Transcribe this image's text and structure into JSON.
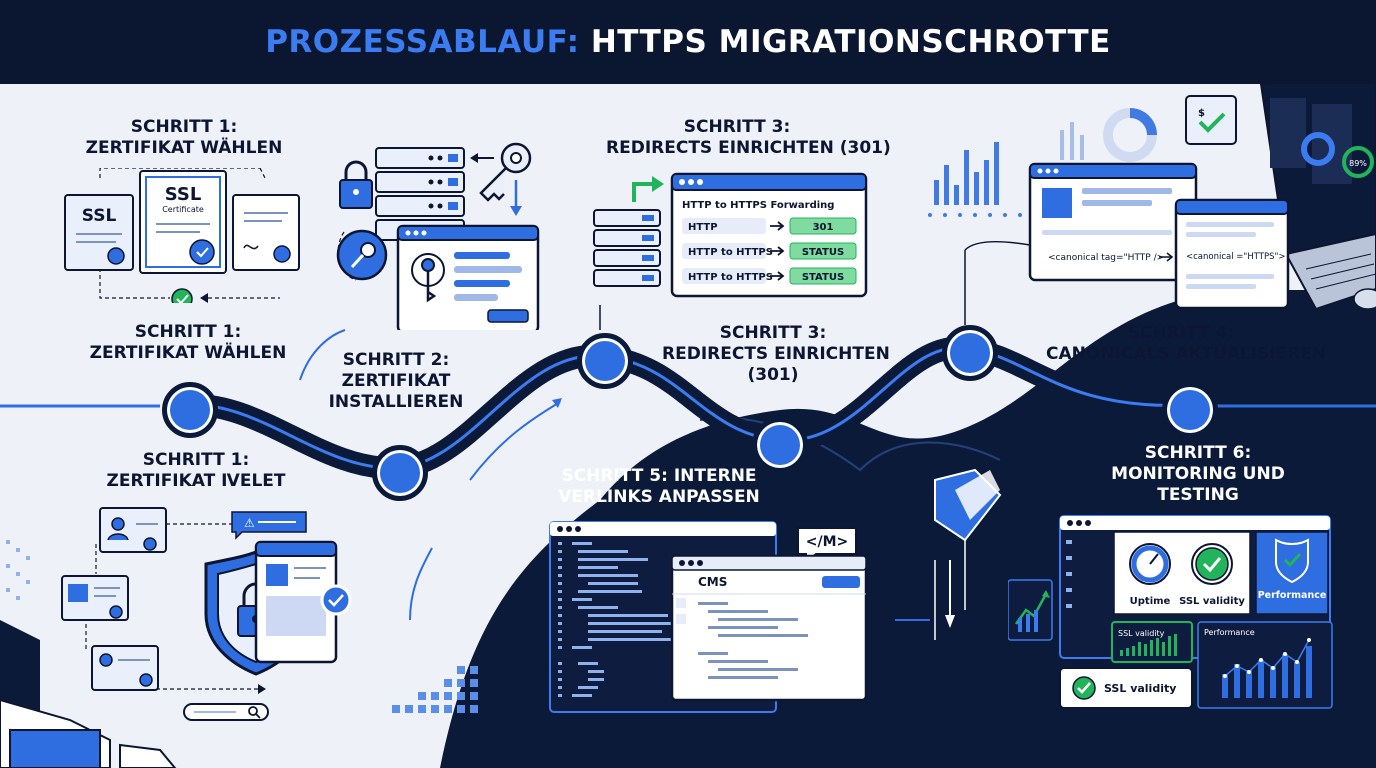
{
  "header": {
    "title_accent": "PROZESSABLAUF:",
    "title_rest": "HTTPS MIGRATIONSCHROTTE"
  },
  "colors": {
    "navy": "#0b1630",
    "accent": "#3b7cf0",
    "blue": "#2f6ee0",
    "green": "#22b45a",
    "light": "#eef2f8"
  },
  "labels": {
    "top1": [
      "SCHRITT 1:",
      "ZERTIFIKAT WÄHLEN"
    ],
    "mid1": [
      "SCHRITT 1:",
      "ZERTIFIKAT WÄHLEN"
    ],
    "low1": [
      "SCHRITT 1:",
      "ZERTIFIKAT ⅣELET"
    ],
    "step2": [
      "SCHRITT 2:",
      "ZERTIFIKAT",
      "INSTALLIEREN"
    ],
    "top3": [
      "SCHRITT 3:",
      "REDIRECTS EINRICHTEN (301)"
    ],
    "mid3": [
      "SCHRITT 3:",
      "REDIRECTS EINRICHTEN",
      "(301)"
    ],
    "step4": [
      "SCHRITT 4:",
      "CANONICALS AKTUALISIEREN"
    ],
    "step5": [
      "SCHRITT 5: INTERNE",
      "VERLINKS ANPASSEN"
    ],
    "step6": [
      "SCHRITT 6:",
      "MONITORING UND",
      "TESTING"
    ]
  },
  "ssl": {
    "left_word": "SSL",
    "main_word": "SSL",
    "main_caption": "Certificate"
  },
  "redirect": {
    "title": "HTTP to HTTPS Forwarding",
    "rows": [
      {
        "from": "HTTP",
        "to": "301"
      },
      {
        "from": "HTTP to HTTPS",
        "to": "STATUS"
      },
      {
        "from": "HTTP to HTTPS",
        "to": "STATUS"
      }
    ]
  },
  "canonical": {
    "from": "<canonical tag=\"HTTP />",
    "to": "<canonical =\"HTTPS\">"
  },
  "cms": {
    "label": "CMS",
    "tag": "</M>"
  },
  "monitoring": {
    "uptime": "Uptime",
    "ssl_validity": "SSL validity",
    "performance": "Performance",
    "ssl_small": "SSL validity",
    "performance_small": "Performance",
    "ssl_card": "SSL validity",
    "laptop_pct": "89%"
  }
}
